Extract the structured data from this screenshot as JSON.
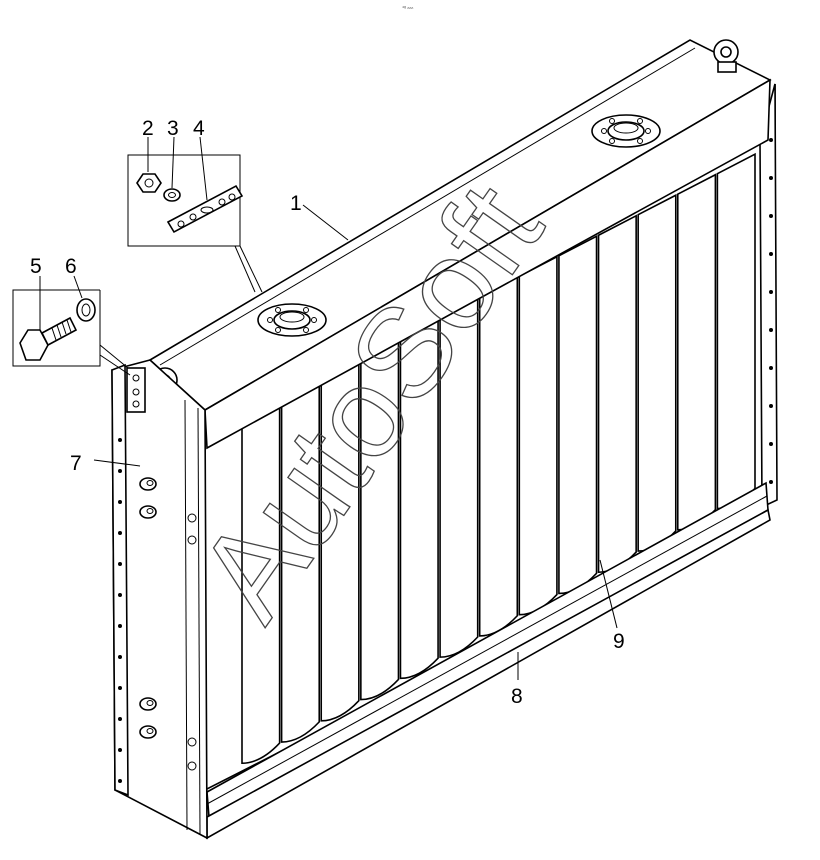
{
  "header_mark": "⁴ᵍ ₙₙₙ",
  "watermark": "AutoSoft",
  "callouts": [
    {
      "id": "1",
      "label": "1"
    },
    {
      "id": "2",
      "label": "2"
    },
    {
      "id": "3",
      "label": "3"
    },
    {
      "id": "4",
      "label": "4"
    },
    {
      "id": "5",
      "label": "5"
    },
    {
      "id": "6",
      "label": "6"
    },
    {
      "id": "7",
      "label": "7"
    },
    {
      "id": "8",
      "label": "8"
    },
    {
      "id": "9",
      "label": "9"
    }
  ]
}
